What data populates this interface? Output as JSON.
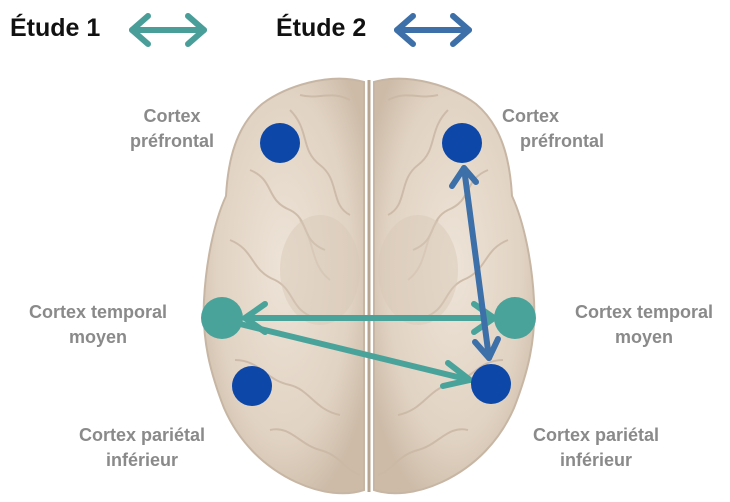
{
  "legend": {
    "study1": {
      "label": "Étude 1",
      "color": "#4a9e9a"
    },
    "study2": {
      "label": "Étude 2",
      "color": "#3d6fa8"
    }
  },
  "regions": {
    "left_prefrontal": {
      "line1": "Cortex",
      "line2": "préfrontal"
    },
    "right_prefrontal": {
      "line1": "Cortex",
      "line2": "préfrontal"
    },
    "left_temporal": {
      "line1": "Cortex temporal",
      "line2": "moyen"
    },
    "right_temporal": {
      "line1": "Cortex temporal",
      "line2": "moyen"
    },
    "left_parietal": {
      "line1": "Cortex pariétal",
      "line2": "inférieur"
    },
    "right_parietal": {
      "line1": "Cortex pariétal",
      "line2": "inférieur"
    }
  },
  "colors": {
    "node_blue": "#0d47a8",
    "node_teal": "#4aa39b",
    "brain_fill": "#e6d9cb",
    "brain_shadow": "#c9b8a6",
    "label_gray": "#8a8a8a"
  }
}
